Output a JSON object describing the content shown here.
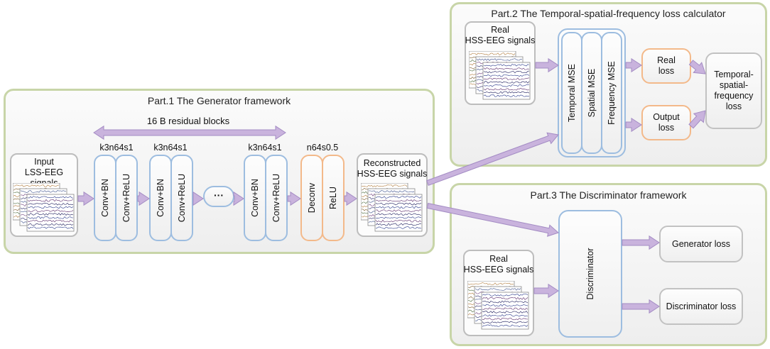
{
  "part1": {
    "title": "Part.1 The Generator framework",
    "input_label_1": "Input",
    "input_label_2": "LSS-EEG signals",
    "residual_label": "16 B residual blocks",
    "block1_top": "k3n64s1",
    "block2_top": "k3n64s1",
    "block3_top": "k3n64s1",
    "conv_bn": "Conv+BN",
    "conv_relu": "Conv+ReLU",
    "ellipsis": "···",
    "deconv_top": "n64s0.5",
    "deconv": "Deconv",
    "relu": "ReLU",
    "recon_label_1": "Reconstructed",
    "recon_label_2": "HSS-EEG signals"
  },
  "part2": {
    "title": "Part.2 The Temporal-spatial-frequency loss calculator",
    "real_label_1": "Real",
    "real_label_2": "HSS-EEG signals",
    "temporal_mse": "Temporal MSE",
    "spatial_mse": "Spatial MSE",
    "frequency_mse": "Frequency MSE",
    "real_loss_1": "Real",
    "real_loss_2": "loss",
    "output_loss_1": "Output",
    "output_loss_2": "loss",
    "tsf_loss_1": "Temporal-",
    "tsf_loss_2": "spatial-",
    "tsf_loss_3": "frequency",
    "tsf_loss_4": "loss"
  },
  "part3": {
    "title": "Part.3 The Discriminator framework",
    "real_label_1": "Real",
    "real_label_2": "HSS-EEG signals",
    "discriminator": "Discriminator",
    "generator_loss": "Generator loss",
    "discriminator_loss": "Discriminator loss"
  },
  "colors": {
    "panel_border": "#c8d5a8",
    "blue_border": "#9dbde0",
    "orange_border": "#f3b98a",
    "arrow": "#c9b3dd",
    "arrow_stroke": "#a48cc4"
  }
}
